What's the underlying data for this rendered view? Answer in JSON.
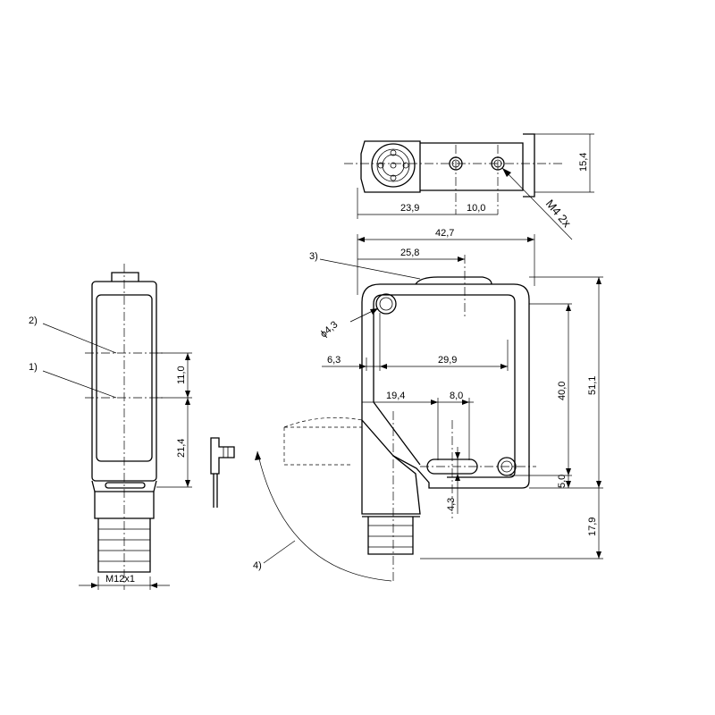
{
  "top_view": {
    "dim_width_1": "23,9",
    "dim_width_2": "10,0",
    "dim_height": "15,4",
    "thread_note": "M4 2x"
  },
  "side_view": {
    "dim_total_width": "42,7",
    "dim_center_offset": "25,8",
    "dim_hole_dia": "ϕ4,3",
    "dim_left_offset": "6,3",
    "dim_hole_spacing": "29,9",
    "dim_slot_offset": "19,4",
    "dim_slot_width": "8,0",
    "dim_body_height": "40,0",
    "dim_total_height": "51,1",
    "dim_bottom_offset": "5,0",
    "dim_connector_height": "17,9",
    "dim_slot_height": "4,3"
  },
  "front_view": {
    "dim_lens_spacing": "11,0",
    "dim_lower_height": "21,4",
    "thread_label": "M12x1"
  },
  "callouts": {
    "c1": "1)",
    "c2": "2)",
    "c3": "3)",
    "c4": "4)"
  }
}
